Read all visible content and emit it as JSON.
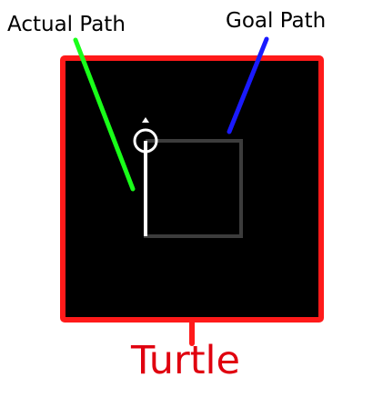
{
  "labels": {
    "actual_path": "Actual Path",
    "goal_path": "Goal Path",
    "turtle": "Turtle"
  },
  "colors": {
    "canvas_background": "#000000",
    "canvas_border": "#ff1a1a",
    "actual_path_pointer": "#19ff19",
    "goal_path_pointer": "#1a1aff",
    "actual_path_line": "#ffffff",
    "goal_path_line": "#3c3c3c",
    "turtle_label": "#e0000f"
  },
  "icons": {
    "turtle_marker": "turtle-icon"
  }
}
